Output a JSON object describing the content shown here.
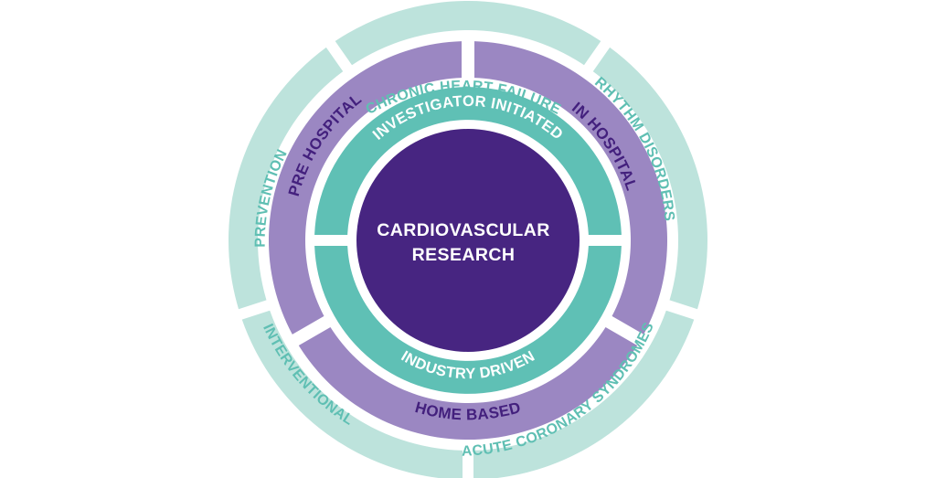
{
  "colors": {
    "outer_ring": "#bde3dc",
    "middle_ring": "#9b87c2",
    "inner_ring": "#5fc0b5",
    "center": "#472581",
    "outer_text": "#5fbfb3",
    "middle_text": "#43207d",
    "inner_text": "#ffffff",
    "background": "#ffffff"
  },
  "center": {
    "line1": "CARDIOVASCULAR",
    "line2": "RESEARCH"
  },
  "inner_ring": {
    "segments": [
      {
        "label": "INVESTIGATOR INITIATED",
        "position": "top"
      },
      {
        "label": "INDUSTRY DRIVEN",
        "position": "bottom"
      }
    ]
  },
  "middle_ring": {
    "segments": [
      {
        "label": "PRE HOSPITAL",
        "position": "upper-left"
      },
      {
        "label": "IN HOSPITAL",
        "position": "upper-right"
      },
      {
        "label": "HOME BASED",
        "position": "bottom"
      }
    ]
  },
  "outer_ring": {
    "segments": [
      {
        "label": "CHRONIC HEART FAILURE",
        "position": "top"
      },
      {
        "label": "RHYTHM DISORDERS",
        "position": "right"
      },
      {
        "label": "ACUTE CORONARY SYNDROMES",
        "position": "lower-right"
      },
      {
        "label": "INTERVENTIONAL",
        "position": "lower-left"
      },
      {
        "label": "PREVENTION",
        "position": "left"
      }
    ]
  }
}
